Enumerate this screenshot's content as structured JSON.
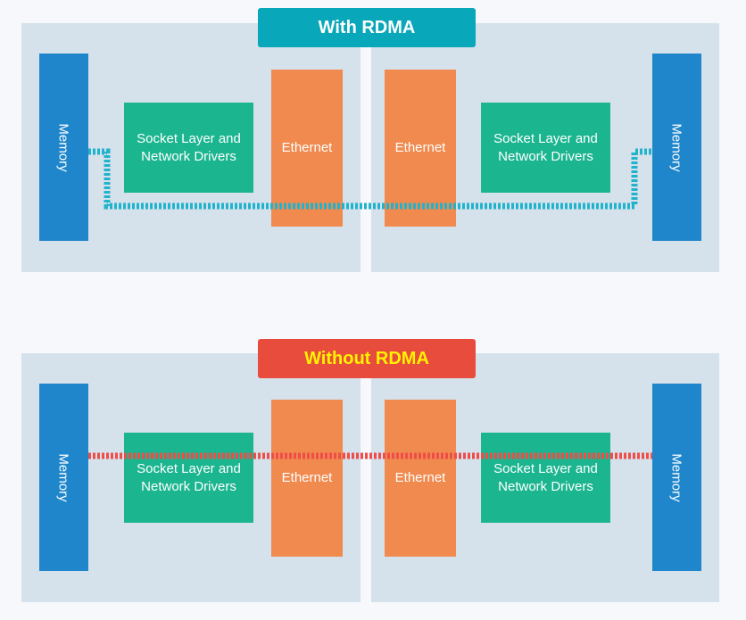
{
  "colors": {
    "background": "#f6f8fc",
    "panel": "#d5e1eb",
    "memory": "#1f86cb",
    "socket": "#1bb58f",
    "ethernet": "#f08a4e",
    "rdma_title": "#08a7b9",
    "no_rdma_title": "#e84c3d",
    "no_rdma_title_text": "#fff200",
    "rdma_path": "#22b3cc",
    "no_rdma_path": "#ef4d49"
  },
  "with_rdma": {
    "title": "With RDMA",
    "left": {
      "memory": "Memory",
      "socket": "Socket Layer and Network Drivers",
      "ethernet": "Ethernet"
    },
    "right": {
      "ethernet": "Ethernet",
      "socket": "Socket Layer and Network Drivers",
      "memory": "Memory"
    }
  },
  "without_rdma": {
    "title": "Without RDMA",
    "left": {
      "memory": "Memory",
      "socket": "Socket Layer and Network Drivers",
      "ethernet": "Ethernet"
    },
    "right": {
      "ethernet": "Ethernet",
      "socket": "Socket Layer and Network Drivers",
      "memory": "Memory"
    }
  }
}
